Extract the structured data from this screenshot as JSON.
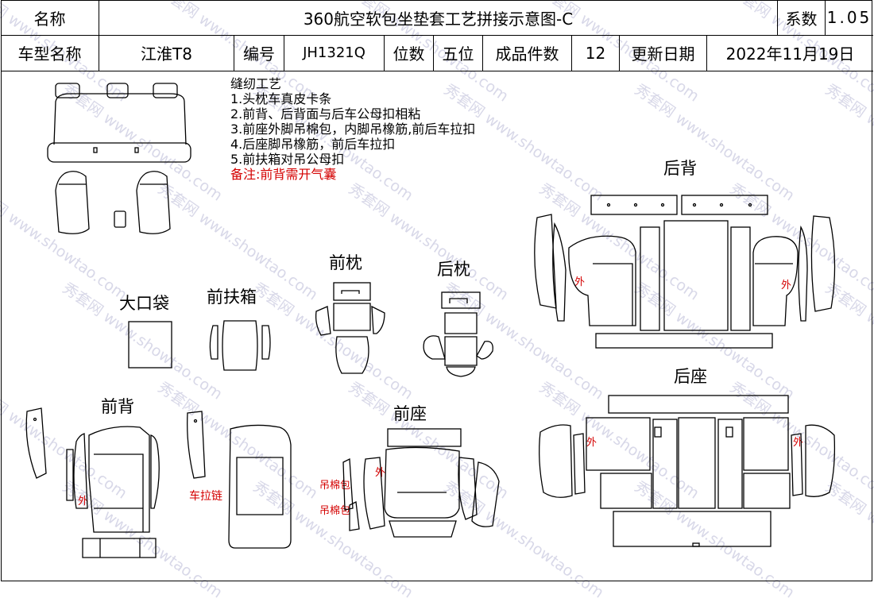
{
  "header": {
    "name_label": "名称",
    "title": "360航空软包坐垫套工艺拼接示意图-C",
    "coef_label": "系数",
    "coef_value": "1.05",
    "model_label": "车型名称",
    "model_value": "江淮T8",
    "code_label": "编号",
    "code_value": "JH1321Q",
    "seats_label": "位数",
    "seats_value": "五位",
    "pieces_label": "成品件数",
    "pieces_value": "12",
    "date_label": "更新日期",
    "date_value": "2022年11月19日"
  },
  "notes": {
    "heading": "缝纫工艺",
    "items": [
      "1.头枕车真皮卡条",
      "2.前背、后背面与后车公母扣相粘",
      "3.前座外脚吊棉包，内脚吊橡筋,前后车拉扣",
      "4.后座脚吊橡筋，前后车拉扣",
      "5.前扶箱对吊公母扣"
    ],
    "remark": "备注:前背需开气囊"
  },
  "sections": {
    "rear_back": "后背",
    "front_headrest": "前枕",
    "rear_headrest": "后枕",
    "big_pocket": "大口袋",
    "front_armrest": "前扶箱",
    "rear_seat": "后座",
    "front_back": "前背",
    "front_seat": "前座"
  },
  "marks": {
    "outer": "外",
    "zipper": "车拉链",
    "cotton_pack": "吊棉包"
  },
  "watermark": {
    "text_cn": "秀套网",
    "text_en": "www.showtao.com"
  }
}
